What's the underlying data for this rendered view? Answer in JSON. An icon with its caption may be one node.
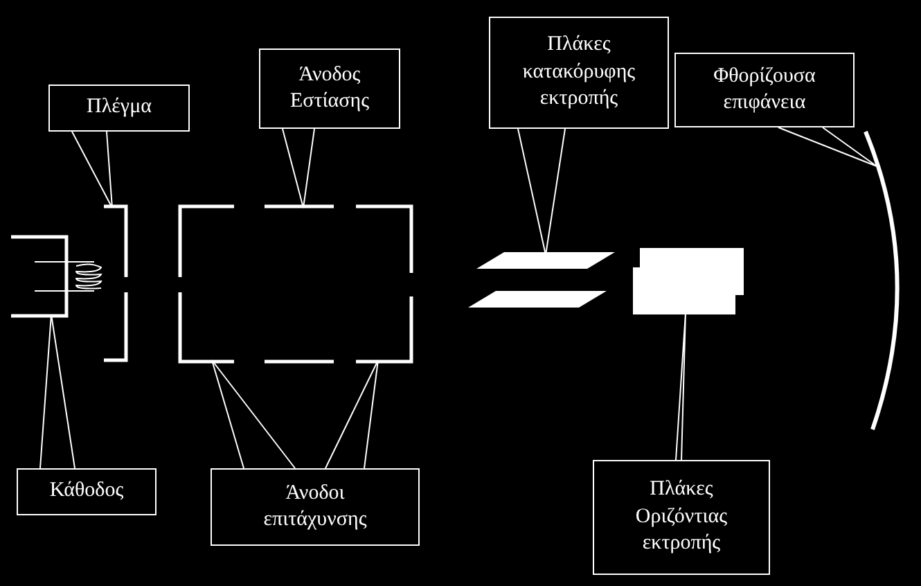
{
  "diagram": {
    "nodes": [
      {
        "text": [
          "Πλέγμα"
        ]
      },
      {
        "text": [
          "Άνοδος Εστίασης"
        ]
      },
      {
        "text": [
          "Πλάκες κατακόρυφης εκτροπής"
        ]
      },
      {
        "text": [
          "Φθορίζουσα επιφάνεια"
        ]
      },
      {
        "text": [
          "Κάθοδος"
        ]
      },
      {
        "text": [
          "Άνοδοι επιτάχυνσης"
        ]
      },
      {
        "text": [
          "Πλάκες Οριζόντιας εκτροπής"
        ]
      },
      {
        "text": [],
        "shape": "box"
      },
      {
        "text": [],
        "shape": "bar"
      },
      {
        "text": [],
        "shape": "bar"
      },
      {
        "text": [],
        "shape": "bar"
      },
      {
        "text": [],
        "shape": "bar"
      },
      {
        "text": [],
        "shape": "plate"
      },
      {
        "text": [],
        "shape": "plate"
      },
      {
        "text": [],
        "shape": "arc"
      }
    ],
    "edges": [
      {
        "from": 0,
        "to": 8,
        "arrow": "none"
      },
      {
        "from": 1,
        "to": 10,
        "arrow": "none"
      },
      {
        "from": 2,
        "to": 12,
        "arrow": "none"
      },
      {
        "from": 3,
        "to": 14,
        "arrow": "none"
      },
      {
        "from": 4,
        "to": 7,
        "arrow": "none"
      },
      {
        "from": 5,
        "to": 9,
        "arrow": "none"
      },
      {
        "from": 5,
        "to": 11,
        "arrow": "none"
      },
      {
        "from": 6,
        "to": 13,
        "arrow": "none"
      }
    ]
  }
}
